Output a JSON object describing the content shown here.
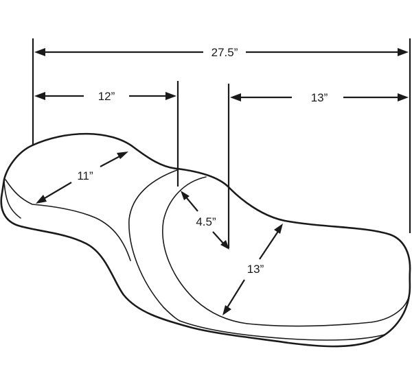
{
  "diagram": {
    "dimensions": {
      "overall_length": "27.5”",
      "front_seat_length": "12”",
      "rear_seat_length": "13”",
      "front_seat_width": "11”",
      "backrest_height": "4.5”",
      "rear_seat_width": "13”"
    }
  }
}
